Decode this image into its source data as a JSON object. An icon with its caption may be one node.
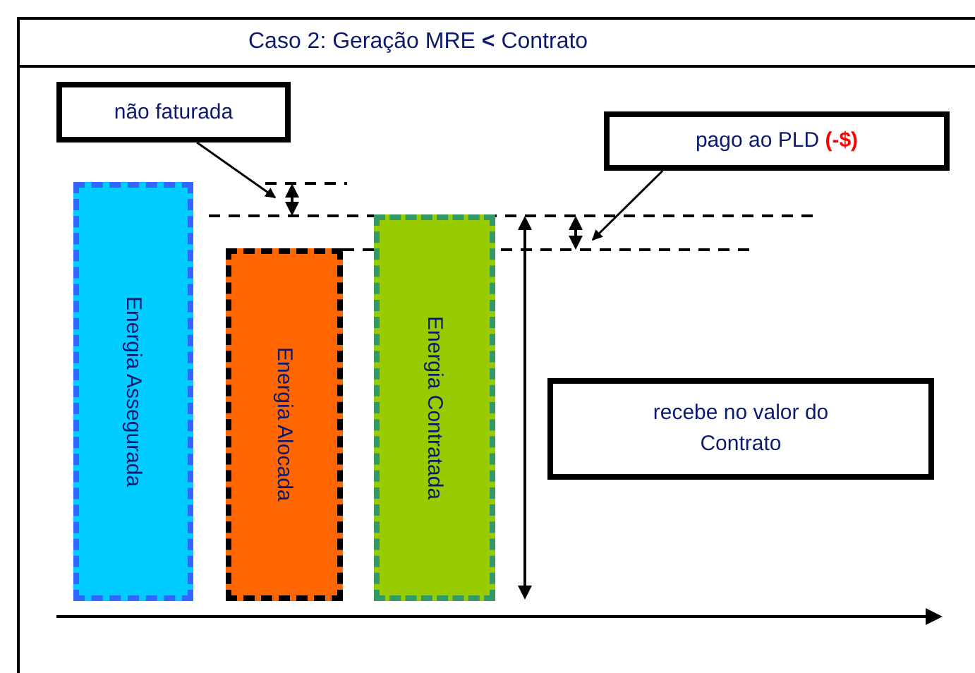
{
  "diagram": {
    "title": "Caso 2: Geração MRE **<** Contrato",
    "nodes": [
      {
        "text": [
          "não faturada"
        ]
      },
      {
        "text": [
          "pago ao PLD **(-$)**"
        ]
      },
      {
        "text": [
          "recebe no valor do Contrato"
        ]
      },
      {
        "text": [
          "Energia Assegurada"
        ]
      },
      {
        "text": [
          "Energia Alocada"
        ]
      },
      {
        "text": [
          "Energia Contratada"
        ]
      }
    ],
    "edges": [
      {
        "from": 0,
        "to": null,
        "arrow": "to"
      },
      {
        "from": 1,
        "to": null,
        "arrow": "to"
      }
    ]
  }
}
